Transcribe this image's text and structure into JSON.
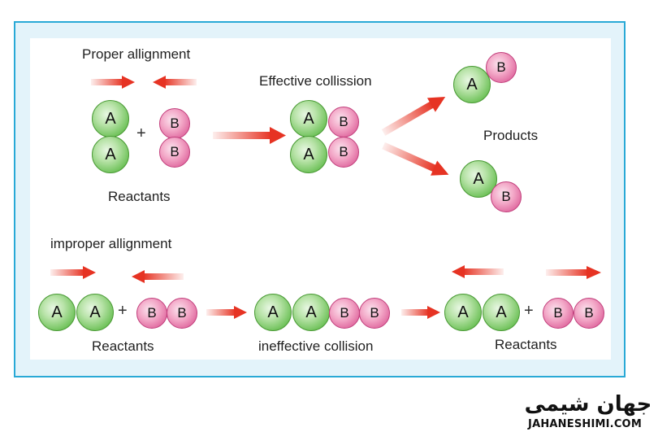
{
  "labels": {
    "proper_alignment": "Proper allignment",
    "effective_collision": "Effective collission",
    "products": "Products",
    "reactants_top": "Reactants",
    "improper_alignment": "improper allignment",
    "reactants_bottom_left": "Reactants",
    "ineffective_collision": "ineffective collision",
    "reactants_bottom_right": "Reactants"
  },
  "symbols": {
    "plus": "+",
    "atom_a": "A",
    "atom_b": "B"
  },
  "colors": {
    "frame_border": "#29a9d6",
    "frame_fill": "#e3f3fa",
    "atom_a": "#6fc25a",
    "atom_b": "#e06aa0",
    "arrow": "#e63323"
  },
  "logo": {
    "persian_text": "جهان شیمی",
    "domain_text": "JAHANESHIMI.COM"
  }
}
